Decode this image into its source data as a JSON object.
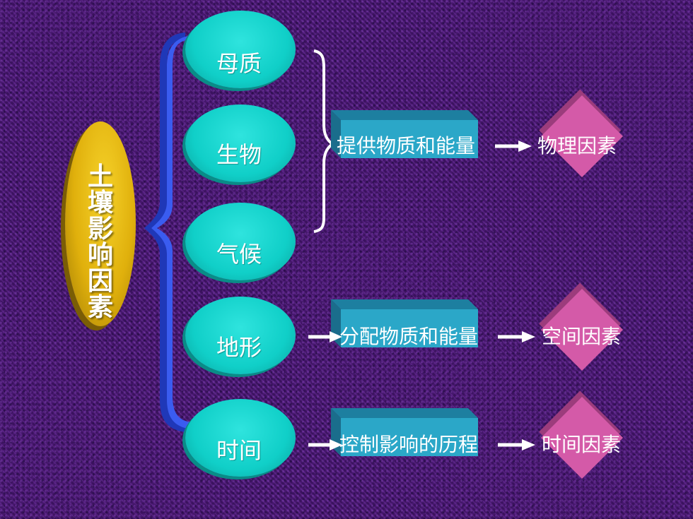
{
  "main_title": "土壤影响因素",
  "factors": [
    {
      "label": "母质"
    },
    {
      "label": "生物"
    },
    {
      "label": "气候"
    },
    {
      "label": "地形"
    },
    {
      "label": "时间"
    }
  ],
  "rows": [
    {
      "process": "提供物质和能量",
      "result": "物理因素"
    },
    {
      "process": "分配物质和能量",
      "result": "空间因素"
    },
    {
      "process": "控制影响的历程",
      "result": "时间因素"
    }
  ],
  "colors": {
    "background": "#4a1870",
    "main_oval": "#e8b80e",
    "factor_oval": "#10cfc8",
    "box": "#2ba7c8",
    "diamond": "#d45aa8",
    "left_bracket": "#2f4fe0",
    "arrow": "#ffffff"
  }
}
